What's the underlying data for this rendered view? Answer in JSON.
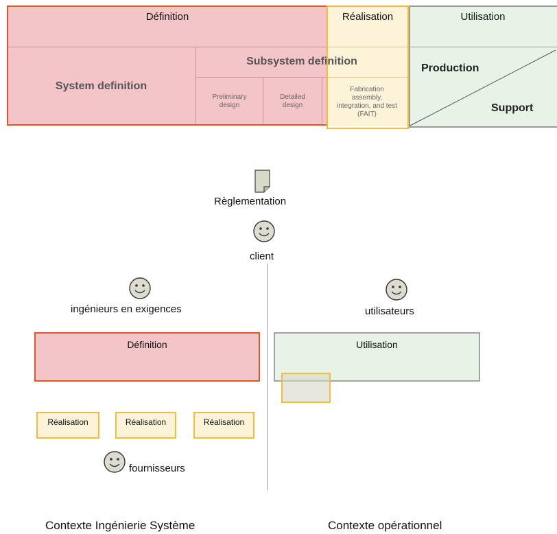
{
  "top_diagram": {
    "definition": "Définition",
    "realisation": "Réalisation",
    "utilisation": "Utilisation",
    "system_definition": "System definition",
    "subsystem_definition": "Subsystem definition",
    "preliminary_design": "Preliminary design",
    "detailed_design": "Detailed design",
    "fait": "Fabrication assembly, integration, and test (FAIT)",
    "production": "Production",
    "support": "Support"
  },
  "actors": {
    "reglementation": "Règlementation",
    "client": "client",
    "ingenieurs": "ingénieurs en exigences",
    "utilisateurs": "utilisateurs",
    "fournisseurs": "fournisseurs"
  },
  "left_context": {
    "definition": "Définition",
    "realisation_boxes": [
      "Réalisation",
      "Réalisation",
      "Réalisation"
    ],
    "caption": "Contexte Ingénierie Système"
  },
  "right_context": {
    "utilisation": "Utilisation",
    "caption": "Contexte opérationnel"
  },
  "colors": {
    "definition_fill": "#f4c5c8",
    "definition_border": "#e0572a",
    "realisation_fill": "#fdf3d9",
    "realisation_border": "#f2bd3a",
    "utilisation_fill": "#e8f3e8",
    "utilisation_border": "#9a9a9a"
  }
}
